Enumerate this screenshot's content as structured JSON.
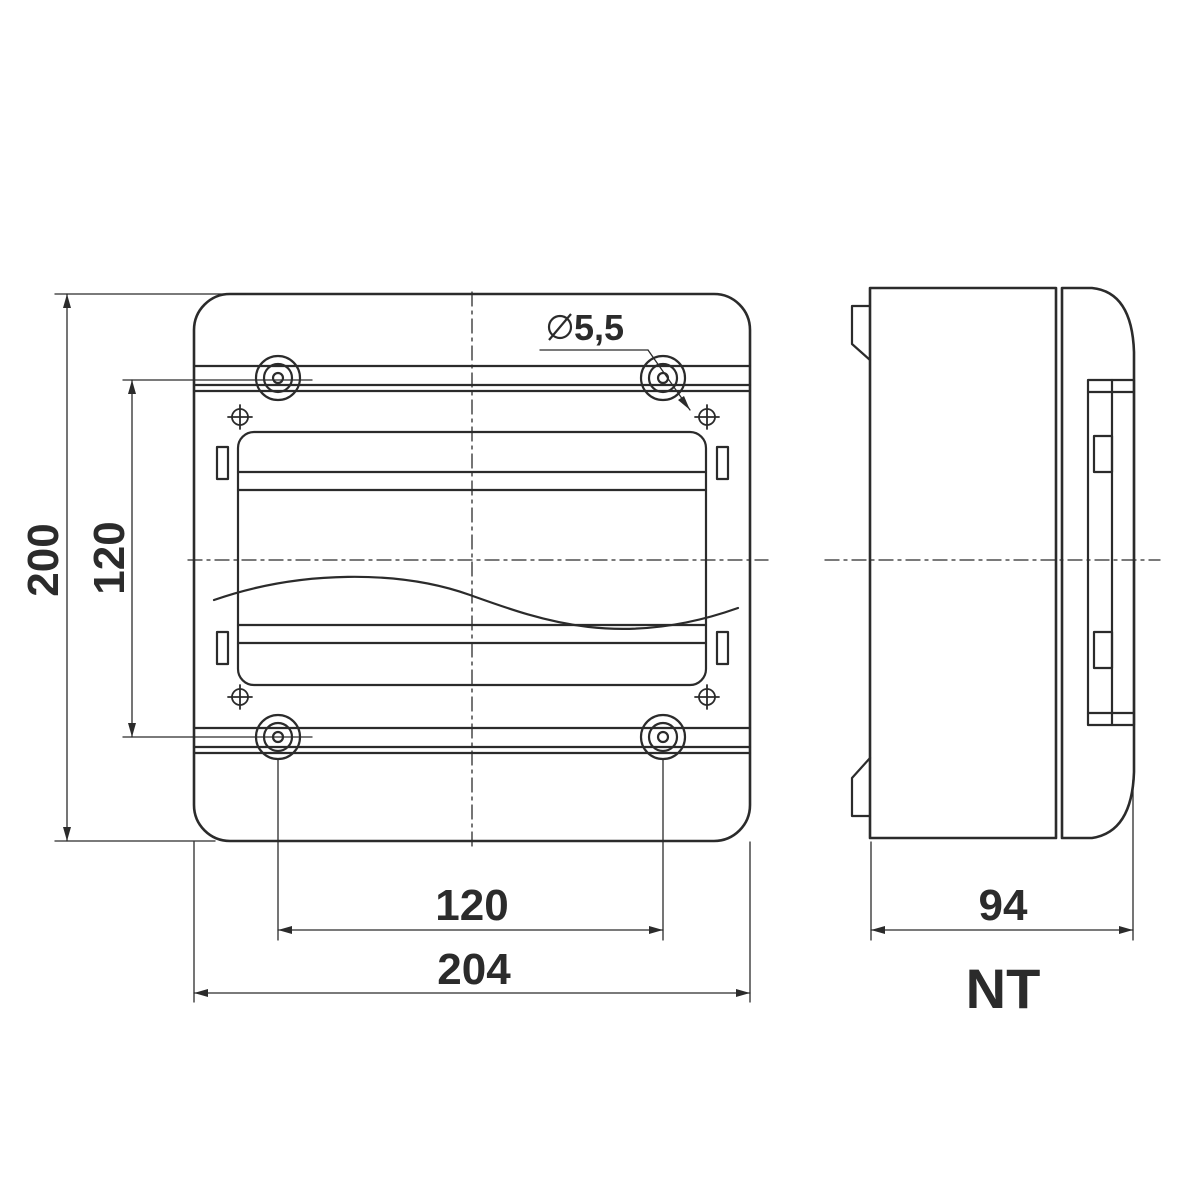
{
  "dimensions": {
    "overall_height": "200",
    "mount_height": "120",
    "mount_width": "120",
    "overall_width": "204",
    "depth": "94",
    "hole_diameter": "5,5"
  },
  "model_label": "NT",
  "colors": {
    "line": "#2b2b2b",
    "background": "#ffffff"
  }
}
